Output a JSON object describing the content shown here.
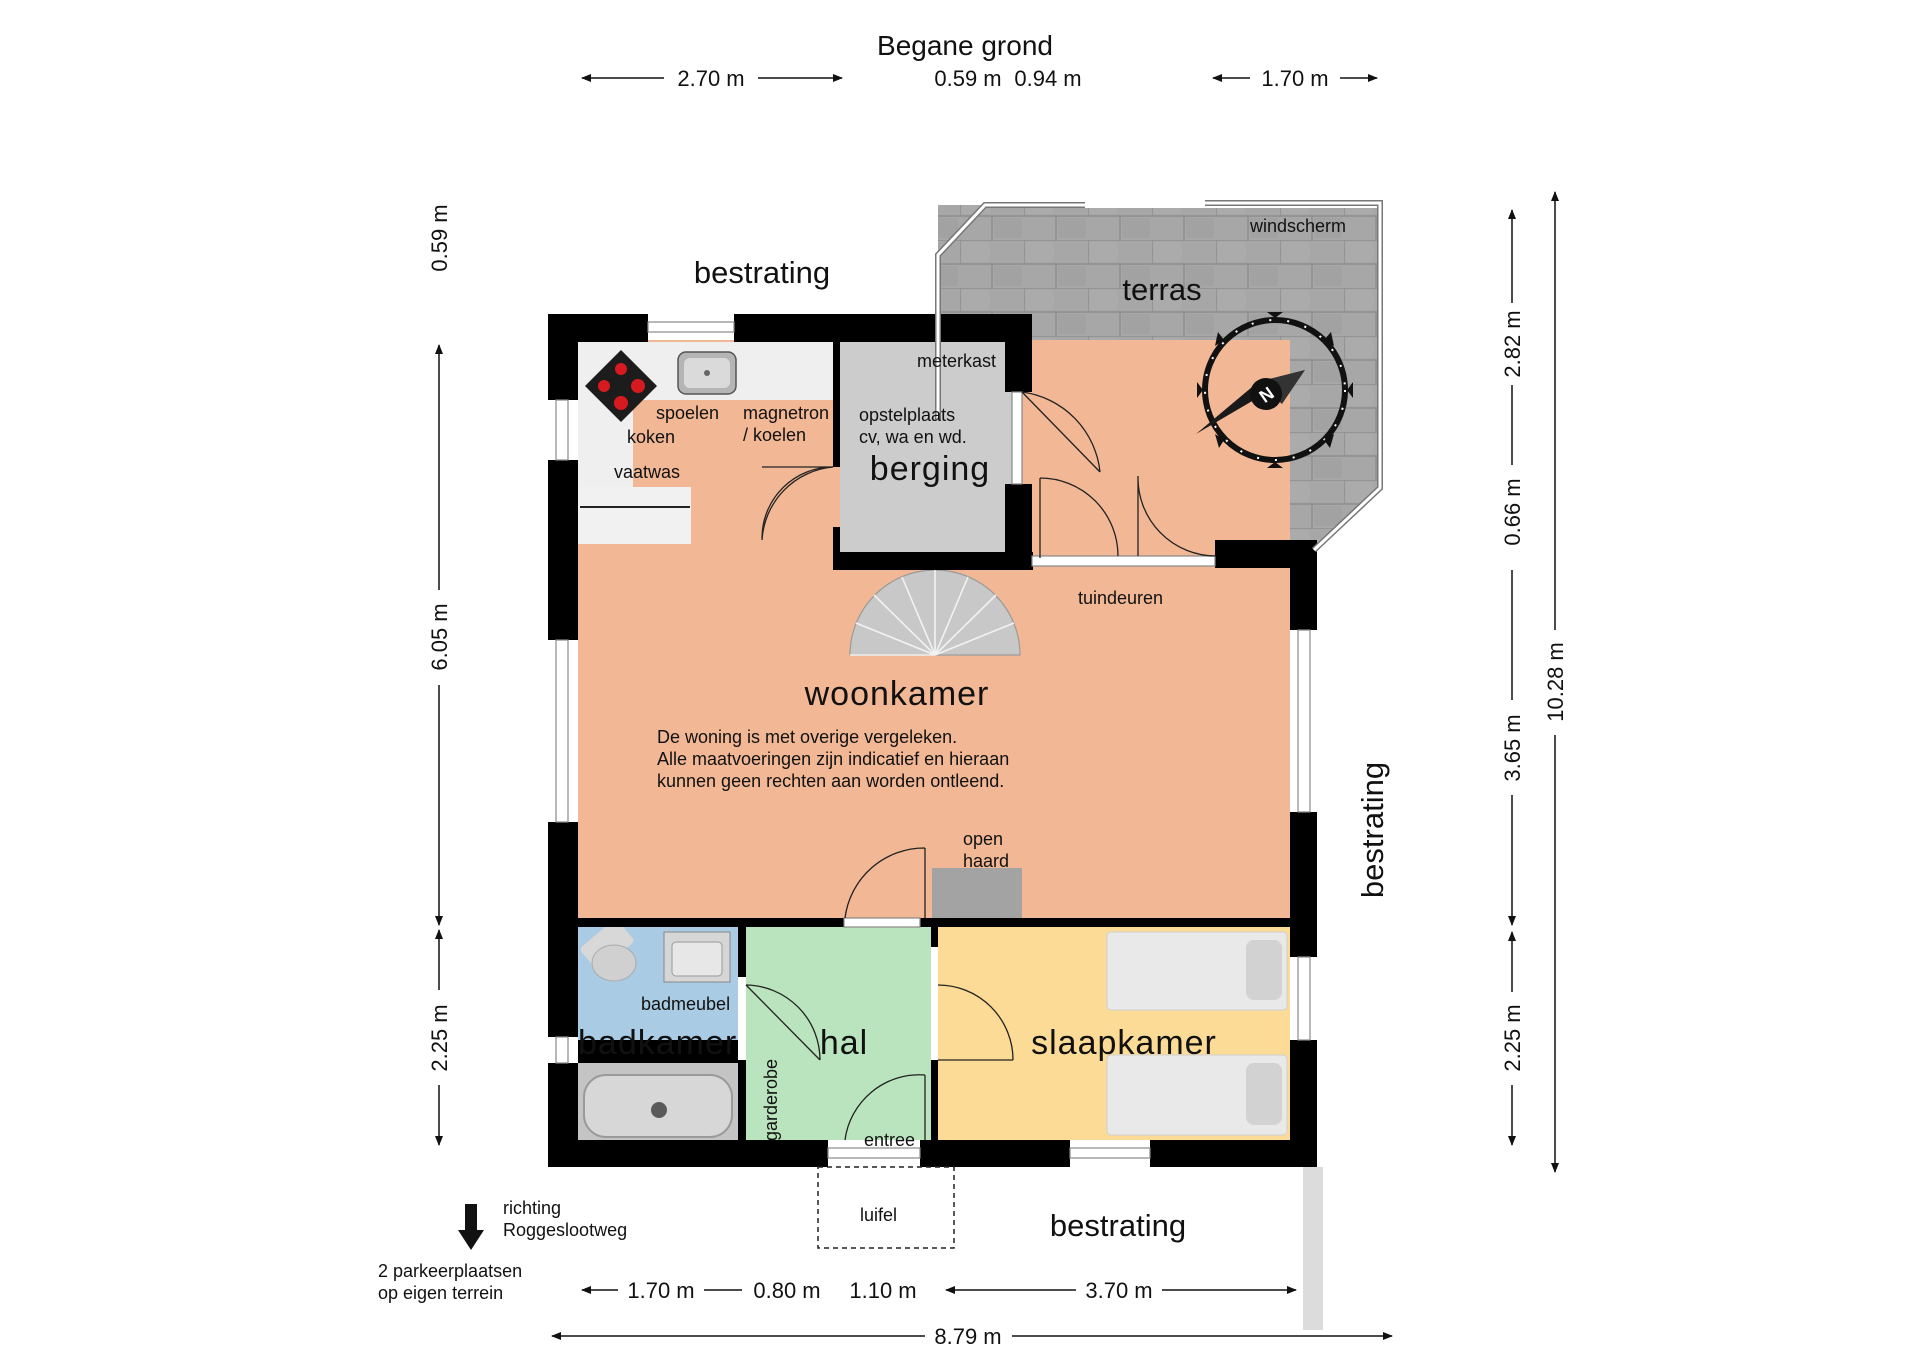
{
  "title": "Begane grond",
  "rooms": {
    "woonkamer": "woonkamer",
    "berging": "berging",
    "terras": "terras",
    "badkamer": "badkamer",
    "hal": "hal",
    "slaapkamer": "slaapkamer"
  },
  "labels": {
    "bestrating_top": "bestrating",
    "bestrating_right": "bestrating",
    "bestrating_bottom": "bestrating",
    "windscherm": "windscherm",
    "meterkast": "meterkast",
    "opstelplaats_1": "opstelplaats",
    "opstelplaats_2": "cv, wa en wd.",
    "spoelen": "spoelen",
    "koken": "koken",
    "magnetron_1": "magnetron",
    "magnetron_2": "/ koelen",
    "vaatwas": "vaatwas",
    "tuindeuren": "tuindeuren",
    "open_haard_1": "open",
    "open_haard_2": "haard",
    "badmeubel": "badmeubel",
    "garderobe": "garderobe",
    "entree": "entree",
    "luifel": "luifel",
    "richting_1": "richting",
    "richting_2": "Roggeslootweg",
    "parkeer_1": "2 parkeerplaatsen",
    "parkeer_2": "op eigen terrein",
    "compass": "N"
  },
  "disclaimer": [
    "De woning is met overige vergeleken.",
    "Alle maatvoeringen zijn indicatief en hieraan",
    "kunnen geen rechten aan worden ontleend."
  ],
  "dimensions": {
    "top_a": "2.70 m",
    "top_b": "0.59 m",
    "top_c": "0.94 m",
    "top_d": "1.70 m",
    "left_a": "0.59 m",
    "left_b": "6.05 m",
    "left_c": "2.25 m",
    "right_a": "2.82 m",
    "right_b": "0.66 m",
    "right_c": "3.65 m",
    "right_d": "2.25 m",
    "right_total": "10.28 m",
    "bottom_a": "1.70 m",
    "bottom_b": "0.80 m",
    "bottom_c": "1.10 m",
    "bottom_d": "3.70 m",
    "bottom_total": "8.79 m"
  },
  "colors": {
    "woonkamer": "#f2b895",
    "berging": "#cccccc",
    "terras": "#a6a6a6",
    "badkamer": "#a9cbe3",
    "hal": "#b9e4bd",
    "slaapkamer": "#fbdb96",
    "walls": "#000000"
  }
}
